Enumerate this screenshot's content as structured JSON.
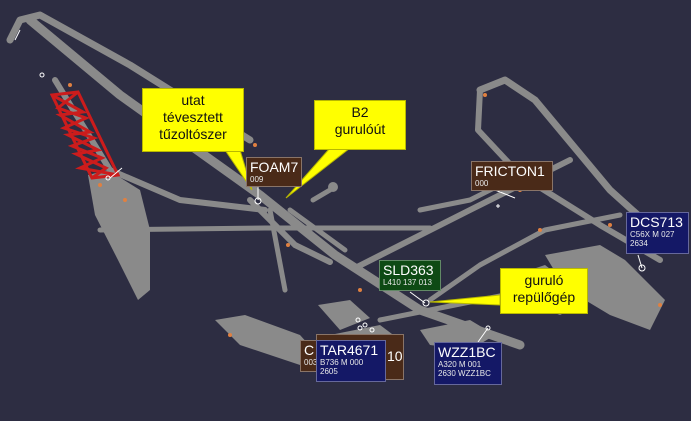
{
  "colors": {
    "background": "#2d2d42",
    "pavement": "#8a8a8a",
    "label_brown": "#4a2a18",
    "label_green": "#0e4a14",
    "label_navy": "#141866",
    "callout_fill": "#ffff00",
    "closure_red": "#cc1c1c",
    "edge_light": "#e08040"
  },
  "callouts": [
    {
      "id": "fire",
      "lines": [
        "utat",
        "tévesztett",
        "tűzoltószer"
      ]
    },
    {
      "id": "b2",
      "lines": [
        "B2",
        "gurulóút"
      ]
    },
    {
      "id": "taxi",
      "lines": [
        "guruló",
        "repülőgép"
      ]
    }
  ],
  "tags": [
    {
      "id": "foam7",
      "callsign": "FOAM7",
      "lines": [
        "009"
      ],
      "color": "brown"
    },
    {
      "id": "fricton1",
      "callsign": "FRICTON1",
      "lines": [
        "000"
      ],
      "color": "brown"
    },
    {
      "id": "dcs713",
      "callsign": "DCS713",
      "lines": [
        "C56X M 027",
        "2634"
      ],
      "color": "navy"
    },
    {
      "id": "sld363",
      "callsign": "SLD363",
      "lines": [
        "L410 137 013"
      ],
      "color": "green"
    },
    {
      "id": "ca",
      "callsign": "C",
      "lines": [
        "003"
      ],
      "color": "brown"
    },
    {
      "id": "foam_hidden",
      "callsign": "10",
      "lines": [],
      "color": "brown"
    },
    {
      "id": "tar4671",
      "callsign": "TAR4671",
      "lines": [
        "B736 M 000",
        "2605"
      ],
      "color": "navy"
    },
    {
      "id": "wzz1bc",
      "callsign": "WZZ1BC",
      "lines": [
        "A320 M 001",
        "2630 WZZ1BC"
      ],
      "color": "navy"
    }
  ]
}
